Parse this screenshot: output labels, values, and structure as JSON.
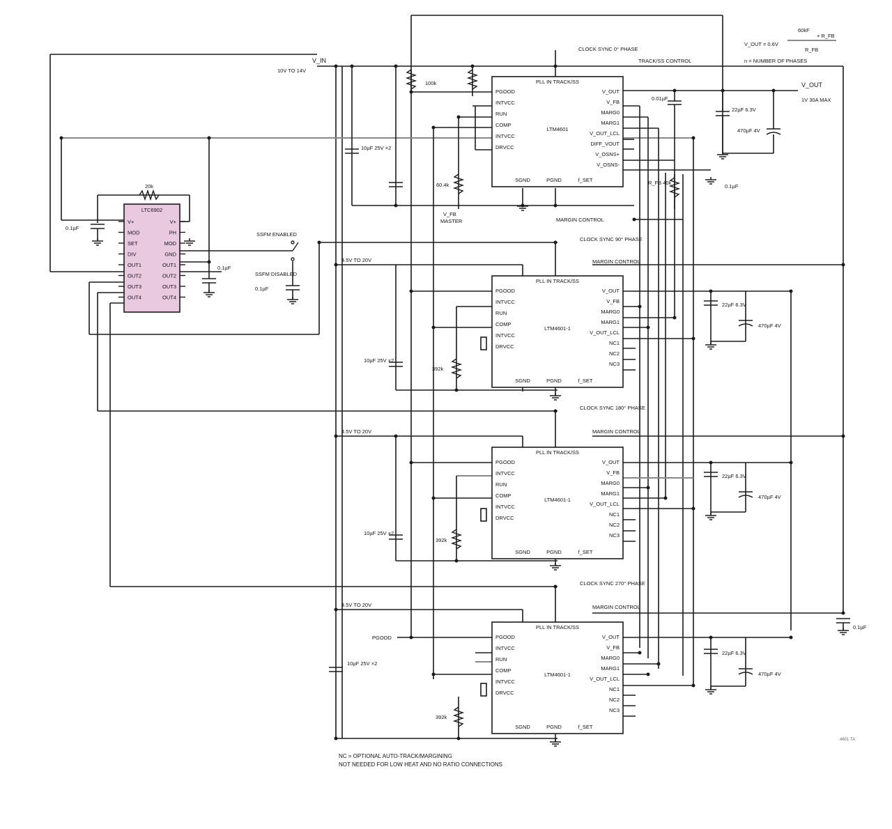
{
  "vin_label": "V_IN",
  "vin_range": "10V TO 14V",
  "vout_label": "V_OUT",
  "vout_spec": "1V 30A MAX",
  "formula_num": "60kF",
  "formula_line": "V_OUT = 0.6V",
  "formula_den": "R_FB",
  "formula_tail": "+ R_FB",
  "phases_note": "n = NUMBER OF PHASES",
  "sync_top": "CLOCK SYNC 0° PHASE",
  "master_ic": "LTM4601",
  "slave_ic": "LTM4601-1",
  "chip_title": "PLL IN  TRACK/SS",
  "clock_chip": "LTC6902",
  "clock_chip_pins_left": [
    "V+",
    "MOD",
    "SET",
    "DIV",
    "OUT1",
    "OUT2",
    "OUT3",
    "OUT4"
  ],
  "clock_chip_pins_right": [
    "V+",
    "PH",
    "MOD",
    "GND",
    "OUT1",
    "OUT2",
    "OUT3",
    "OUT4"
  ],
  "master_pins_left": [
    "PGOOD",
    "INTVCC",
    "RUN",
    "COMP",
    "INTVCC",
    "DRVCC"
  ],
  "master_pins_right": [
    "V_OUT",
    "V_FB",
    "MARG0",
    "MARG1",
    "V_OUT_LCL",
    "DIFF_VOUT",
    "V_OSNS+",
    "V_OSNS-"
  ],
  "slave_pins_left": [
    "PGOOD",
    "INTVCC",
    "RUN",
    "COMP",
    "INTVCC",
    "DRVCC"
  ],
  "slave_pins_right": [
    "V_OUT",
    "V_FB",
    "MARG0",
    "MARG1",
    "V_OUT_LCL",
    "NC1",
    "NC2",
    "NC3"
  ],
  "bottom_pins": [
    "SGND",
    "PGND",
    "f_SET"
  ],
  "phase_labels": [
    "CLOCK SYNC 90° PHASE",
    "CLOCK SYNC 180° PHASE",
    "CLOCK SYNC 270° PHASE"
  ],
  "vin_branch": "4.5V TO 20V",
  "margin_control": "MARGIN CONTROL",
  "margin_labels": [
    "MARGIN CONTROL",
    "MARGIN CONTROL",
    "MARGIN CONTROL"
  ],
  "track_label": "TRACK/SS CONTROL",
  "spread_enabled": "SSFM ENABLED",
  "spread_disabled": "SSFM DISABLED",
  "pgood_label": "PGOOD",
  "res_top": "100k",
  "res_clock": "20k",
  "res_fb": "R_FB 40k",
  "res_set": "392k",
  "res_rfb_master": "60.4k",
  "cap_in_master": "10µF 25V ×2",
  "cap_in_slave": "10µF 25V ×2",
  "cap_out_ceramic": "22µF 6.3V",
  "cap_out_bulk": "470µF 4V",
  "cap_out_bulk_slave": "470µF 4V",
  "cap_soft": "0.1µF",
  "cap_clock": "0.1µF",
  "cap_clock2": "0.1µF",
  "cap_small": "0.01µF",
  "cap_bottom_out": "0.1µF",
  "cap_bottom_in": "10µF 25V ×2",
  "vfb_label": "V_FB",
  "vfb_sub": "MASTER",
  "note_line1": "NC = OPTIONAL AUTO-TRACK/MARGINING",
  "note_line2": "NOT NEEDED FOR LOW HEAT AND NO RATIO CONNECTIONS",
  "fig_id": "4601 TA",
  "colors": {
    "wire": "#1a1a1a",
    "clock_chip_fill": "#e8c9df",
    "chip_fill": "#ffffff",
    "gray_wire": "#888888"
  }
}
